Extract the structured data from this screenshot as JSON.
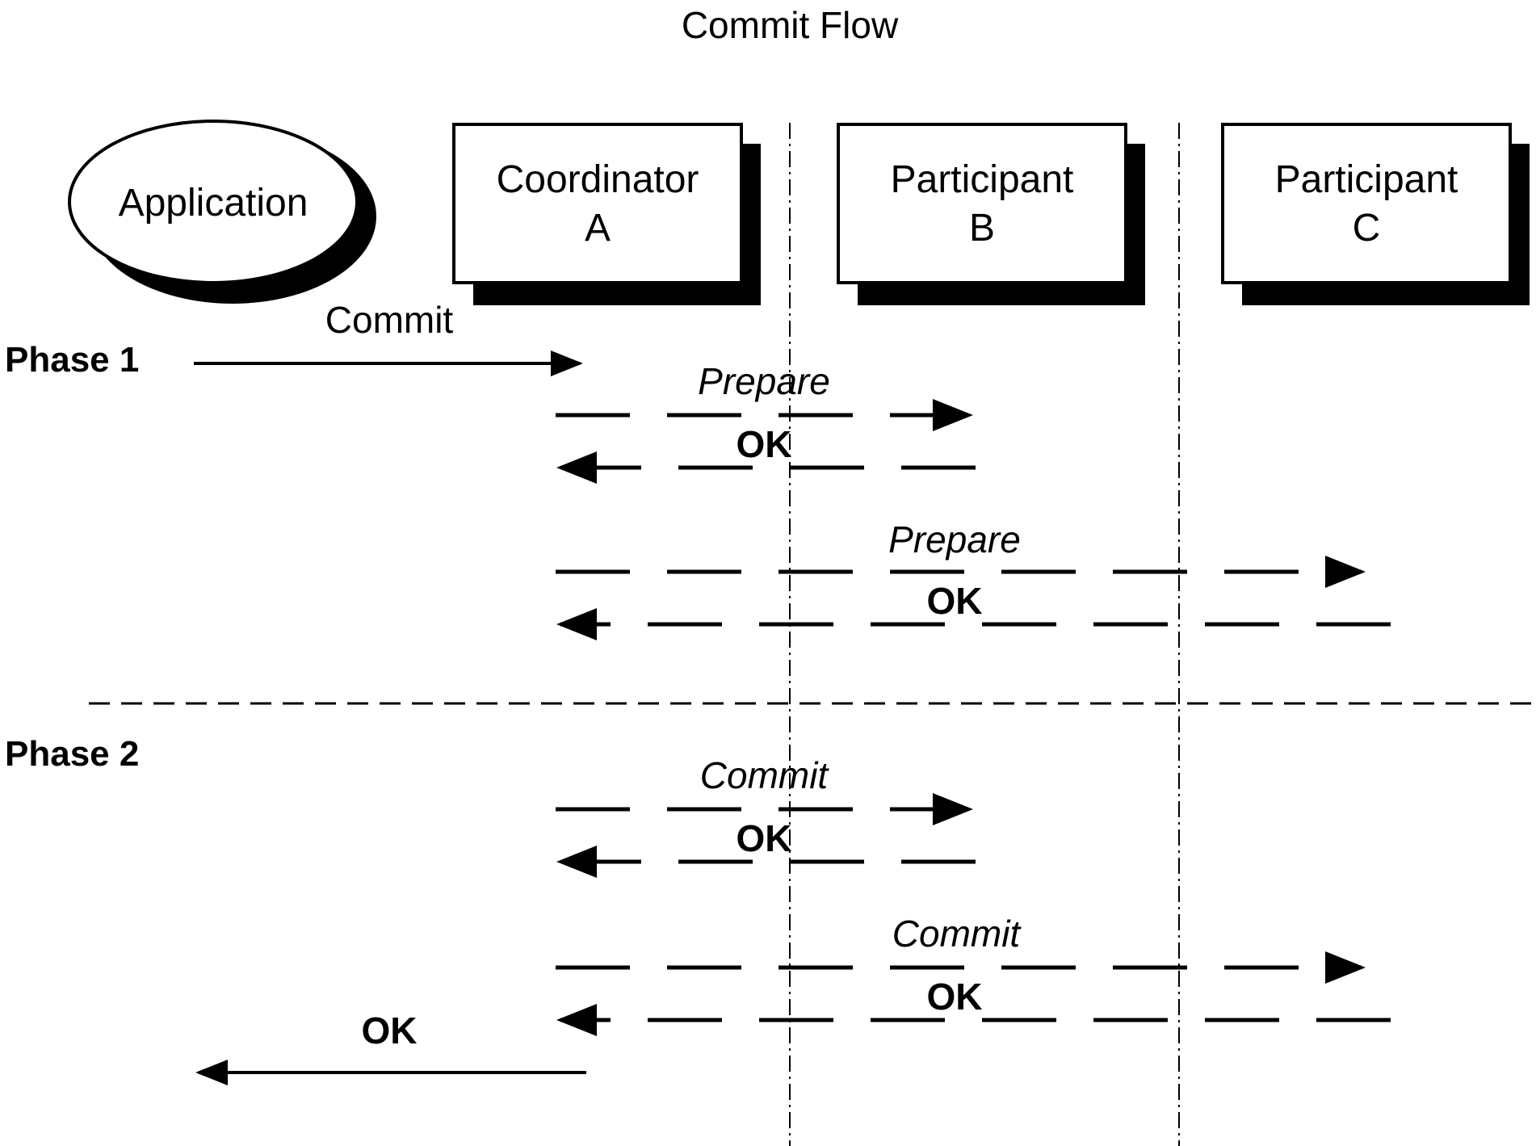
{
  "title": "Commit Flow",
  "application": {
    "label": "Application"
  },
  "participants": [
    {
      "line1": "Coordinator",
      "line2": "A"
    },
    {
      "line1": "Participant",
      "line2": "B"
    },
    {
      "line1": "Participant",
      "line2": "C"
    }
  ],
  "phase1": {
    "label": "Phase 1",
    "app_commit": "Commit",
    "to_b_request": "Prepare",
    "to_b_reply": "OK",
    "to_c_request": "Prepare",
    "to_c_reply": "OK"
  },
  "phase2": {
    "label": "Phase 2",
    "to_b_request": "Commit",
    "to_b_reply": "OK",
    "to_c_request": "Commit",
    "to_c_reply": "OK",
    "app_reply": "OK"
  }
}
